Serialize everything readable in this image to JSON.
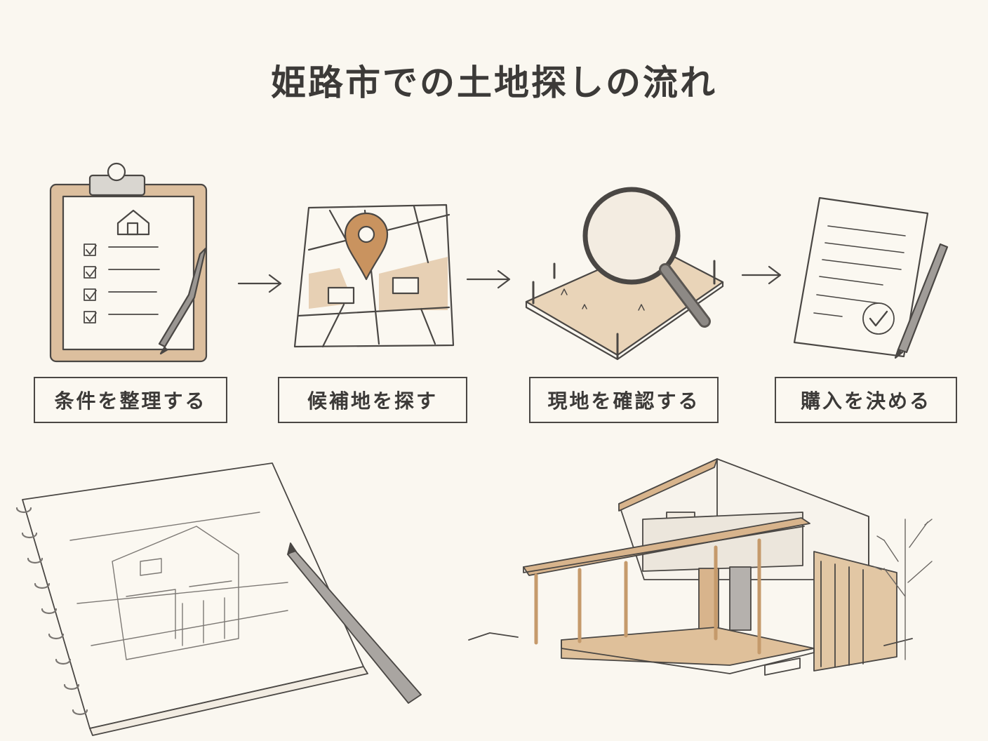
{
  "title": "姫路市での土地探しの流れ",
  "steps": [
    {
      "label": "条件を整理する",
      "icon": "clipboard-checklist-icon"
    },
    {
      "label": "候補地を探す",
      "icon": "map-pin-icon"
    },
    {
      "label": "現地を確認する",
      "icon": "magnifier-land-icon"
    },
    {
      "label": "購入を決める",
      "icon": "contract-pen-icon"
    }
  ],
  "colors": {
    "background": "#faf7f0",
    "ink": "#3c3a38",
    "wood": "#d8b48c",
    "pin": "#c9935f"
  }
}
